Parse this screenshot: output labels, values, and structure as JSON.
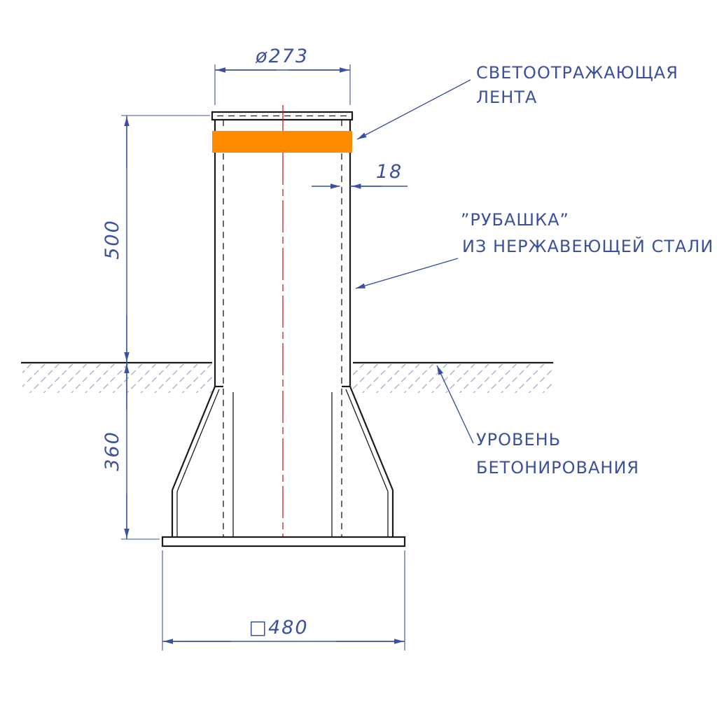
{
  "dims": {
    "diameter": "ø273",
    "height_above": "500",
    "depth_below": "360",
    "thickness": "18",
    "base": "□480"
  },
  "labels": {
    "tape1": "СВЕТООТРАЖАЮЩАЯ",
    "tape2": "ЛЕНТА",
    "jacket1": "”РУБАШКА”",
    "jacket2": "ИЗ  НЕРЖАВЕЮЩЕЙ  СТАЛИ",
    "level1": "УРОВЕНЬ",
    "level2": "БЕТОНИРОВАНИЯ"
  },
  "colors": {
    "dimension_blue": "#3c50a0",
    "outline_black": "#1b1b1b",
    "centerline_red": "#cc2020",
    "tape_orange": "#ff8c00",
    "hatch_gray": "#97a5c5",
    "background": "#ffffff"
  }
}
